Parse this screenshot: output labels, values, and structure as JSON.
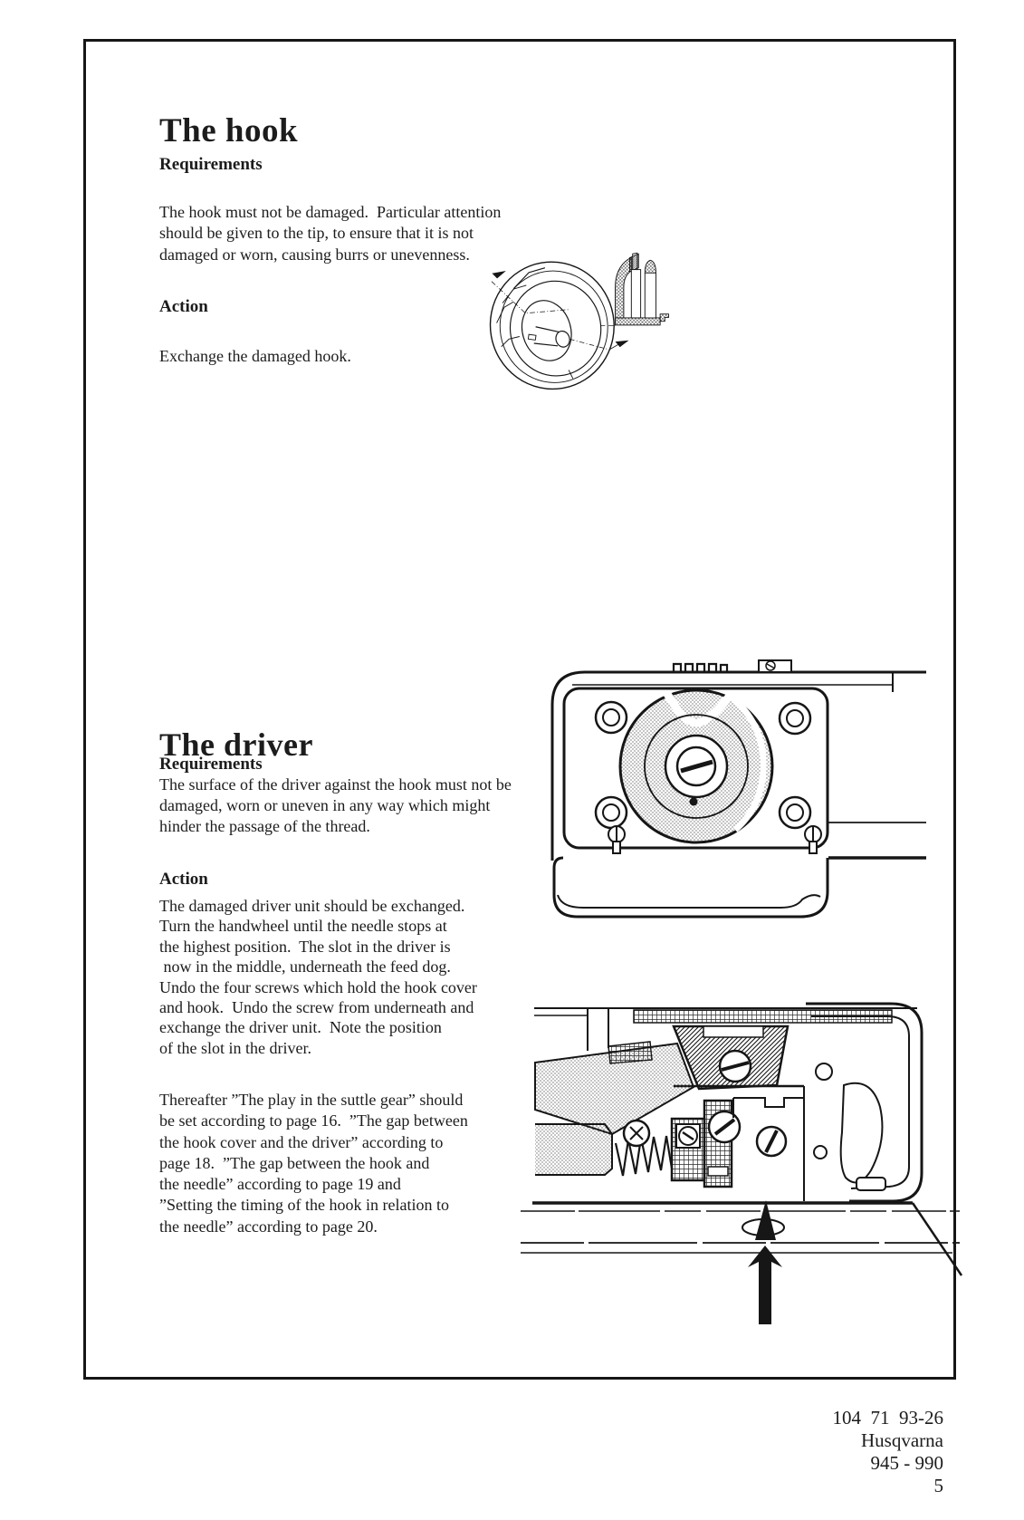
{
  "document": {
    "footer": {
      "document_number": "104  71  93-26",
      "brand": "Husqvarna",
      "model": "945 - 990",
      "page_number": "5"
    },
    "sections": {
      "hook": {
        "title": "The hook",
        "requirements_label": "Requirements",
        "requirements_lines": [
          "The hook must not be damaged.  Particular attention",
          "should be given to the tip, to ensure that it is not",
          "damaged or worn, causing burrs or unevenness."
        ],
        "action_label": "Action",
        "action_lines": [
          "Exchange the damaged hook."
        ]
      },
      "driver": {
        "title": "The driver",
        "requirements_label": "Requirements",
        "requirements_lines": [
          "The surface of the driver against the hook must not be",
          "damaged, worn or uneven in any way which might",
          "hinder the passage of the thread."
        ],
        "action_label": "Action",
        "action_lines": [
          "The damaged driver unit should be exchanged.",
          "Turn the handwheel until the needle stops at",
          "the highest position.  The slot in the driver is",
          " now in the middle, underneath the feed dog.",
          "Undo the four screws which hold the hook cover",
          "and hook.  Undo the screw from underneath and",
          "exchange the driver unit.  Note the position",
          "of the slot in the driver."
        ],
        "note_lines": [
          "Thereafter ”The play in the suttle gear” should",
          "be set according to page 16.  ”The gap between",
          "the hook cover and the driver” according to",
          "page 18.  ”The gap between the hook and",
          "the needle” according to page 19 and",
          "”Setting the timing of the hook in relation to",
          "the needle” according to page 20."
        ]
      }
    },
    "figures": {
      "hook_figure_name": "hook-and-tip-cross-section-illustration",
      "driver_top_figure_name": "hook-cover-top-view-illustration",
      "driver_section_figure_name": "driver-cross-section-with-screw-arrow-illustration"
    }
  }
}
